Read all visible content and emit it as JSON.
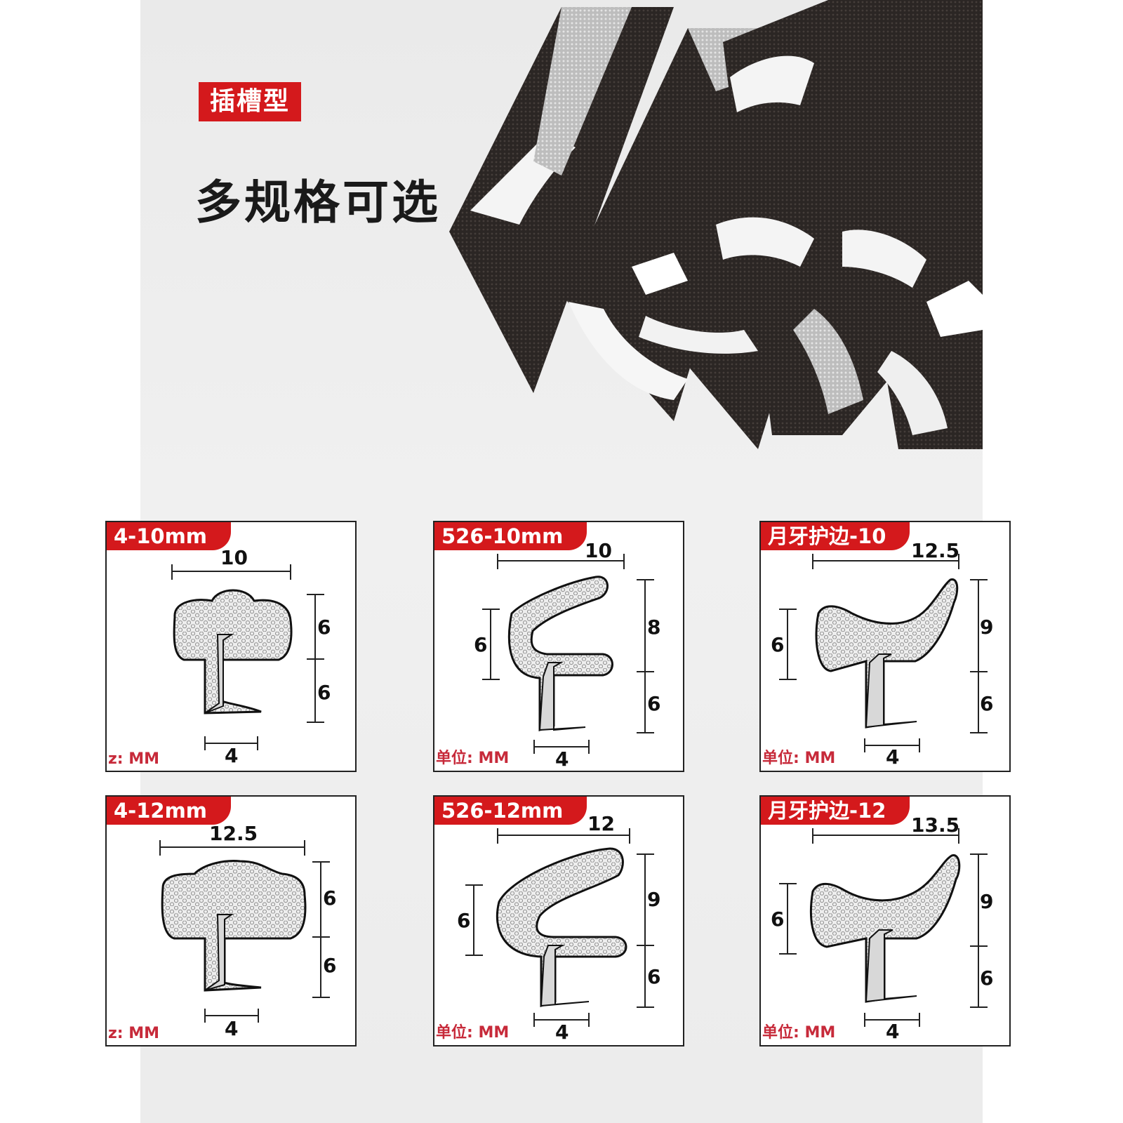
{
  "badge": "插槽型",
  "headline": "多规格可选",
  "colors": {
    "accent": "#d4191c",
    "unit_text": "#c72a3a",
    "foam_dark": "#2a2826",
    "foam_light": "#d9d9d9"
  },
  "cards": [
    {
      "tag": "4-10mm",
      "shape": "t-profile",
      "top": "10",
      "right_top": "6",
      "right_bottom": "6",
      "bottom": "4",
      "unit": "z: MM"
    },
    {
      "tag": "526-10mm",
      "shape": "e-profile",
      "top": "10",
      "left": "6",
      "right_top": "8",
      "right_bottom": "6",
      "bottom": "4",
      "unit": "单位: MM"
    },
    {
      "tag": "月牙护边-10",
      "shape": "crescent-profile",
      "top": "12.5",
      "left": "6",
      "right_top": "9",
      "right_bottom": "6",
      "bottom": "4",
      "unit": "单位: MM"
    },
    {
      "tag": "4-12mm",
      "shape": "t-profile",
      "top": "12.5",
      "right_top": "6",
      "right_bottom": "6",
      "bottom": "4",
      "unit": "z: MM"
    },
    {
      "tag": "526-12mm",
      "shape": "e-profile",
      "top": "12",
      "left": "6",
      "right_top": "9",
      "right_bottom": "6",
      "bottom": "4",
      "unit": "单位: MM"
    },
    {
      "tag": "月牙护边-12",
      "shape": "crescent-profile",
      "top": "13.5",
      "left": "6",
      "right_top": "9",
      "right_bottom": "6",
      "bottom": "4",
      "unit": "单位: MM"
    }
  ]
}
